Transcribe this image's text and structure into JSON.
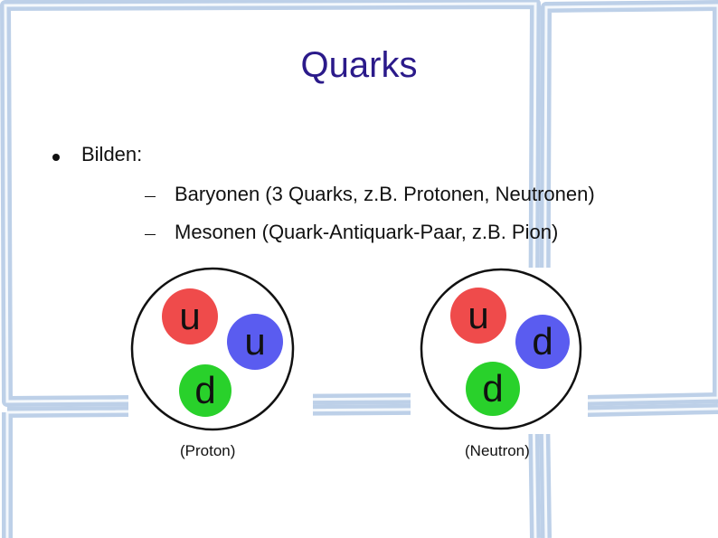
{
  "slide": {
    "title": "Quarks",
    "bullet": "Bilden:",
    "sub_items": [
      "Baryonen (3 Quarks, z.B. Protonen, Neutronen)",
      "Mesonen (Quark-Antiquark-Paar, z.B. Pion)"
    ]
  },
  "diagrams": {
    "proton": {
      "quarks": [
        "u",
        "u",
        "d"
      ],
      "caption": "(Proton)"
    },
    "neutron": {
      "quarks": [
        "u",
        "d",
        "d"
      ],
      "caption": "(Neutron)"
    }
  },
  "colors": {
    "title": "#2b1a8a",
    "quark_red": "#ef4b4b",
    "quark_blue": "#5a5cf0",
    "quark_green": "#29d12b",
    "frame": "#c9d8ec"
  }
}
